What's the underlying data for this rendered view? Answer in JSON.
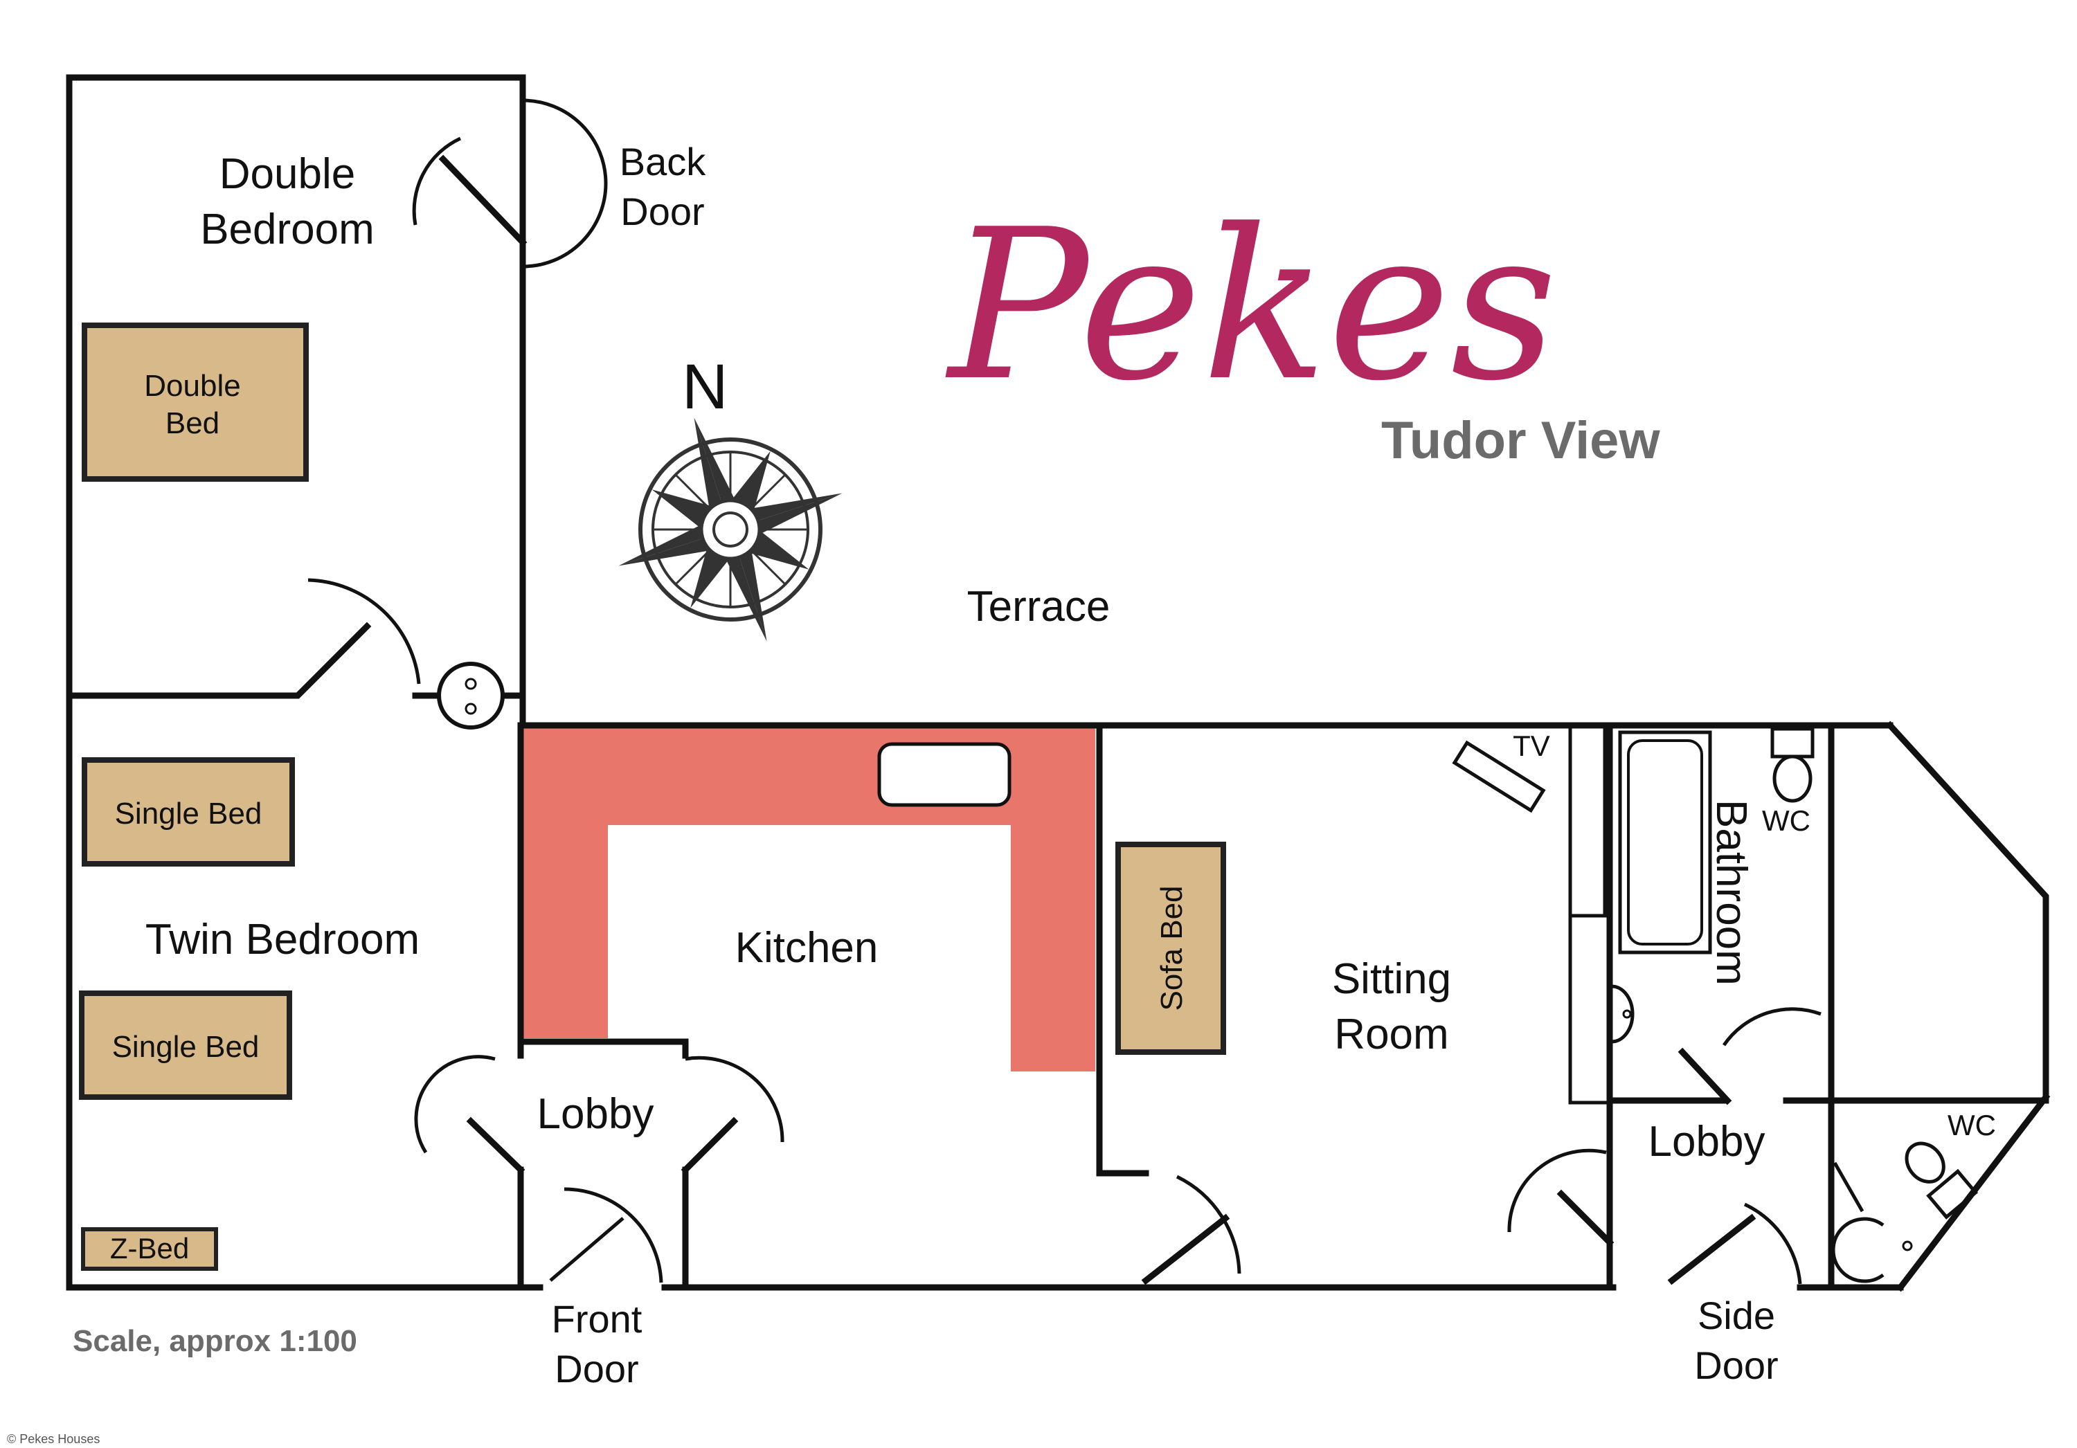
{
  "brand": {
    "logo_text": "Pekes",
    "subtitle": "Tudor View",
    "logo_color": "#b3285f",
    "subtitle_color": "#6b6b6b"
  },
  "compass": {
    "north_label": "N"
  },
  "rooms": {
    "double_bedroom": "Double Bedroom",
    "twin_bedroom": "Twin Bedroom",
    "kitchen": "Kitchen",
    "sitting_room": "Sitting Room",
    "bathroom": "Bathroom",
    "terrace": "Terrace",
    "lobby_front": "Lobby",
    "lobby_side": "Lobby"
  },
  "doors": {
    "back_door": "Back Door",
    "front_door": "Front Door",
    "side_door": "Side Door"
  },
  "furniture": {
    "double_bed": "Double Bed",
    "single_bed_1": "Single Bed",
    "single_bed_2": "Single Bed",
    "z_bed": "Z-Bed",
    "sofa_bed": "Sofa Bed",
    "tv": "TV",
    "wc_1": "WC",
    "wc_2": "WC"
  },
  "footer": {
    "scale": "Scale, approx 1:100",
    "copyright": "© Pekes Houses"
  },
  "colors": {
    "wall": "#111111",
    "furniture": "#d8b98a",
    "counter": "#e8766b"
  }
}
